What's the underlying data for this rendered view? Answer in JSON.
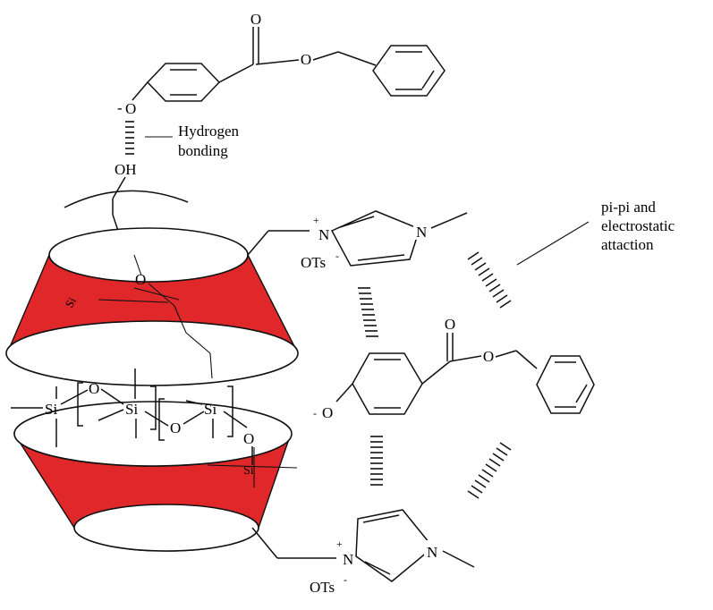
{
  "annotations": {
    "hydrogen_line1": "Hydrogen",
    "hydrogen_line2": "bonding",
    "pipi_line1": "pi-pi and",
    "pipi_line2": "electrostatic",
    "pipi_line3": "attaction"
  },
  "atoms": {
    "oxygen": "O",
    "hydroxyl": "OH",
    "nitrogen": "N",
    "silicon": "Si",
    "tosylate": "OTs",
    "minus": "-",
    "plus": "+"
  },
  "colors": {
    "cyclodextrin_fill": "#e0282a",
    "line": "#111111",
    "background": "#ffffff"
  }
}
